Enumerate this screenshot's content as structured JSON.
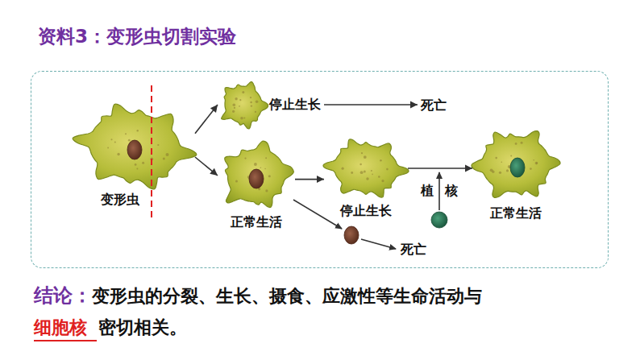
{
  "diagram": {
    "title": "资料3：变形虫切割实验",
    "nodes": [
      {
        "text": [
          "变形虫"
        ]
      },
      {
        "text": [
          "停止生长"
        ]
      },
      {
        "text": [
          "死亡"
        ]
      },
      {
        "text": [
          "正常生活"
        ]
      },
      {
        "text": [
          "停止生长"
        ]
      },
      {
        "text": [
          "正常生活"
        ]
      }
    ],
    "edges": [
      {
        "from": 0,
        "to": 1,
        "arrow": "to"
      },
      {
        "from": 0,
        "to": 3,
        "arrow": "to"
      },
      {
        "from": 1,
        "to": 2,
        "arrow": "to"
      },
      {
        "from": 3,
        "to": 4,
        "arrow": "to"
      },
      {
        "from": 4,
        "to": 5,
        "arrow": "to"
      }
    ],
    "labels": [
      "植核",
      "死亡",
      "结论：",
      "变形虫的分裂、生长、摄食、应激性等生命活动与",
      "细胞核",
      "密切相关。"
    ]
  }
}
